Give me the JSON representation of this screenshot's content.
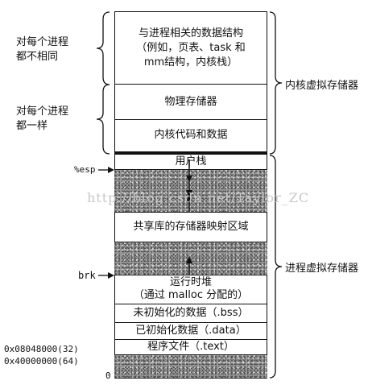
{
  "kernel": {
    "block1_lines": [
      "与进程相关的数据结构",
      "（例如，页表、task 和",
      "mm结构，内核栈）"
    ],
    "physical_memory": "物理存储器",
    "kernel_code_data": "内核代码和数据"
  },
  "left_labels": {
    "per_process_different": [
      "对每个进程",
      "都不相同"
    ],
    "per_process_same": [
      "对每个进程",
      "都一样"
    ],
    "esp": "%esp",
    "brk": "brk",
    "addr_32": "0x08048000(32)",
    "addr_64": "0x40000000(64)",
    "zero": "0"
  },
  "process": {
    "user_stack": "用户栈",
    "shared_lib": "共享库的存储器映射区域",
    "heap_lines": [
      "运行时堆",
      "（通过 malloc 分配的）"
    ],
    "bss": "未初始化的数据（.bss）",
    "data": "已初始化数据（.data）",
    "text": "程序文件（.text）"
  },
  "right_labels": {
    "kernel_vm": "内核虚拟存储器",
    "process_vm": "进程虚拟存储器"
  },
  "watermark": "http://blog.csdn.net/Taylor_ZC"
}
